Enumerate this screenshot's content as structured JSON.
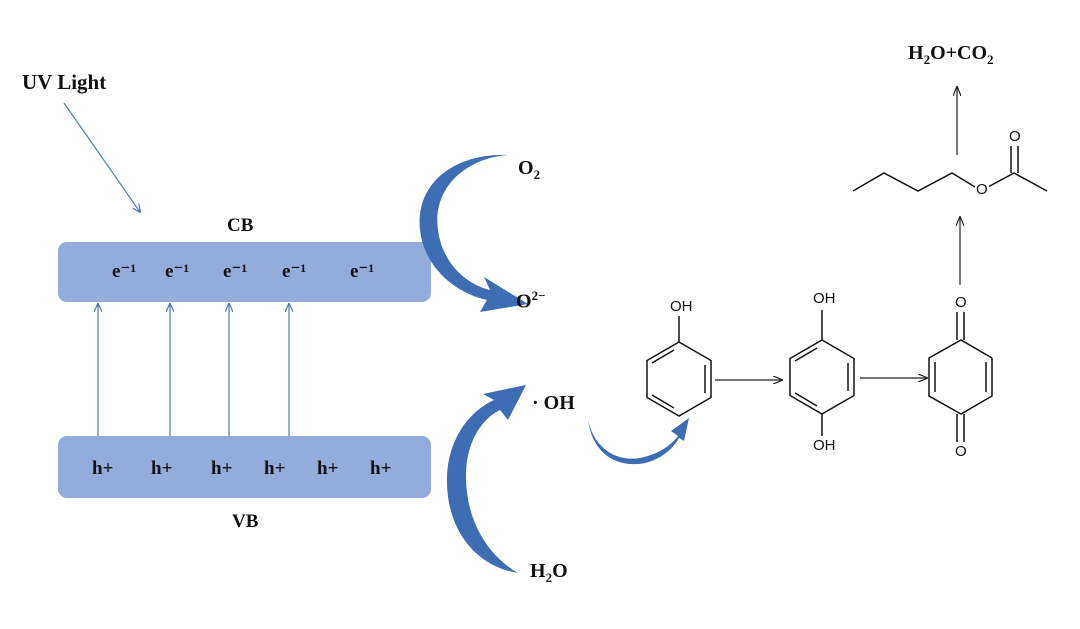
{
  "colors": {
    "band_fill": "#93acdc",
    "light_arrow": "#5a82b8",
    "curved_arrow": "#3f6db4",
    "ink": "#111111"
  },
  "uv_light": {
    "label": "UV Light"
  },
  "conduction_band": {
    "label": "CB",
    "carriers": [
      "e⁻¹",
      "e⁻¹",
      "e⁻¹",
      "e⁻¹",
      "e⁻¹"
    ]
  },
  "valence_band": {
    "label": "VB",
    "carriers": [
      "h+",
      "h+",
      "h+",
      "h+",
      "h+",
      "h+"
    ]
  },
  "reduction": {
    "reactant_base": "O",
    "reactant_sub": "2",
    "product_base": "O",
    "product_sup": "2−"
  },
  "oxidation": {
    "reactant_base": "H",
    "reactant_sub": "2",
    "reactant_tail": "O",
    "product": "· OH"
  },
  "final_products": {
    "part1": "H",
    "sub1": "2",
    "part2": "O+CO",
    "sub2": "2"
  },
  "molecules": {
    "phenol": {
      "group": "OH"
    },
    "hydroquinone": {
      "top_group": "OH",
      "bottom_group": "OH"
    },
    "benzoquinone": {
      "top_atom": "O",
      "bottom_atom": "O"
    },
    "butyl_acetate": {
      "ester_oxygen": "O",
      "carbonyl_oxygen": "O"
    }
  }
}
